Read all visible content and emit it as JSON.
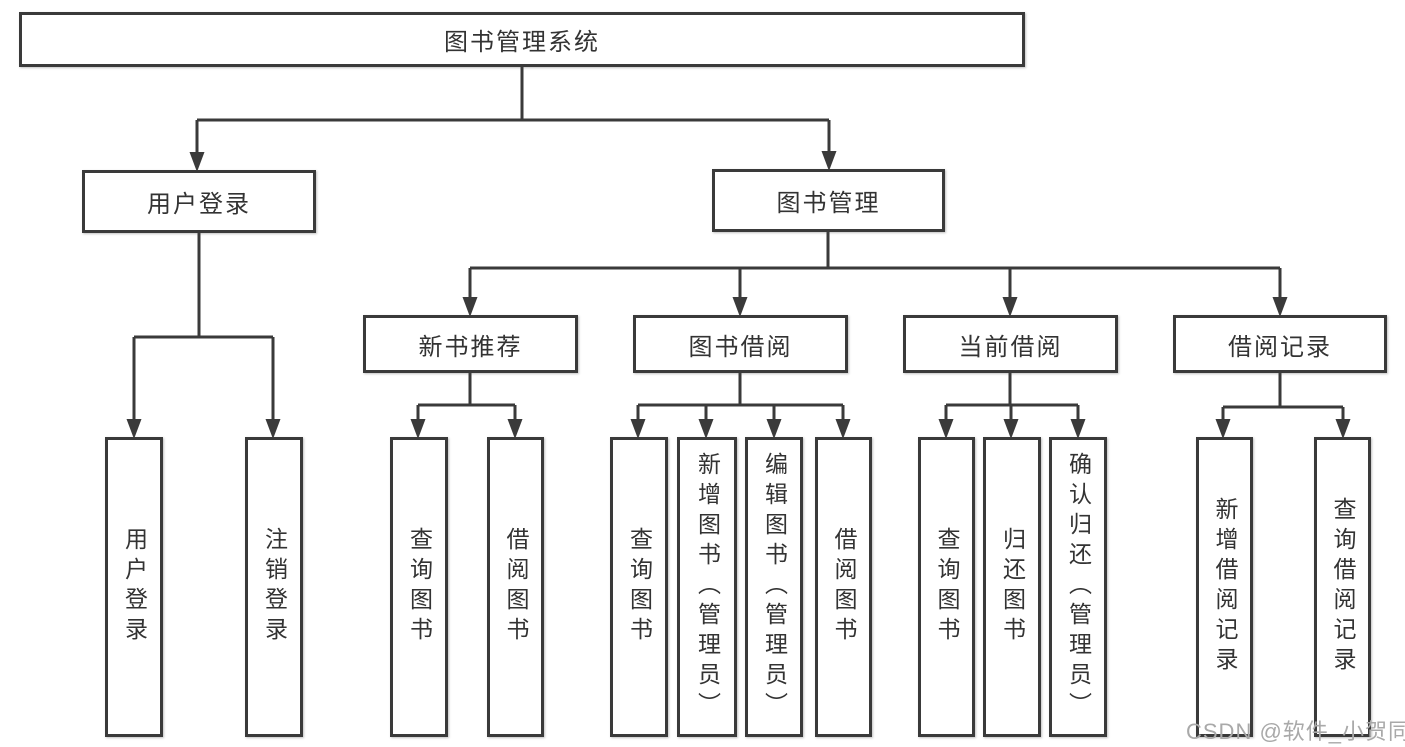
{
  "diagram": {
    "root": {
      "label": "图书管理系统"
    },
    "branches": [
      {
        "label": "用户登录",
        "children": [
          {
            "label": "用户登录"
          },
          {
            "label": "注销登录"
          }
        ]
      },
      {
        "label": "图书管理",
        "children": [
          {
            "label": "新书推荐",
            "children": [
              {
                "label": "查询图书"
              },
              {
                "label": "借阅图书"
              }
            ]
          },
          {
            "label": "图书借阅",
            "children": [
              {
                "label": "查询图书"
              },
              {
                "label": "新增图书（管理员）"
              },
              {
                "label": "编辑图书（管理员）"
              },
              {
                "label": "借阅图书"
              }
            ]
          },
          {
            "label": "当前借阅",
            "children": [
              {
                "label": "查询图书"
              },
              {
                "label": "归还图书"
              },
              {
                "label": "确认归还（管理员）"
              }
            ]
          },
          {
            "label": "借阅记录",
            "children": [
              {
                "label": "新增借阅记录"
              },
              {
                "label": "查询借阅记录"
              }
            ]
          }
        ]
      }
    ]
  },
  "watermark": {
    "text": "CSDN @软件_小贺同学"
  },
  "colors": {
    "line": "#3a3a3a",
    "box_border": "#3a3a3a",
    "text": "#333333",
    "watermark": "#a9a9a9",
    "background": "#ffffff"
  }
}
